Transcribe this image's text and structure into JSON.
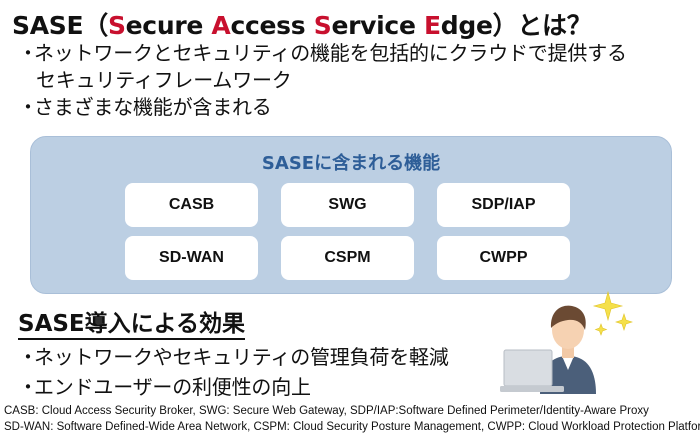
{
  "title": {
    "prefix": "SASE（",
    "s1_hl": "S",
    "s1_rest": "ecure ",
    "a_hl": "A",
    "a_rest": "ccess ",
    "s2_hl": "S",
    "s2_rest": "ervice ",
    "e_hl": "E",
    "e_rest": "dge",
    "suffix": "）とは？"
  },
  "bullets": {
    "marker": "・",
    "item1_line1": "ネットワークとセキュリティの機能を包括的にクラウドで提供する",
    "item1_line2": "セキュリティフレームワーク",
    "item2": "さまざまな機能が含まれる"
  },
  "panel": {
    "title": "SASEに含まれる機能",
    "chips": [
      "CASB",
      "SWG",
      "SDP/IAP",
      "SD-WAN",
      "CSPM",
      "CWPP"
    ]
  },
  "effects": {
    "title": "SASE導入による効果",
    "items": [
      "ネットワークやセキュリティの管理負荷を軽減",
      "エンドユーザーの利便性の向上"
    ]
  },
  "footnote": {
    "line1": "CASB: Cloud Access Security Broker, SWG: Secure Web Gateway, SDP/IAP:Software Defined Perimeter/Identity-Aware Proxy",
    "line2": "SD-WAN: Software Defined-Wide Area Network, CSPM: Cloud Security Posture Management, CWPP: Cloud Workload Protection Platform"
  },
  "colors": {
    "highlight": "#c8102e",
    "panel_bg": "#bccfe3",
    "panel_title": "#2e5e98"
  }
}
